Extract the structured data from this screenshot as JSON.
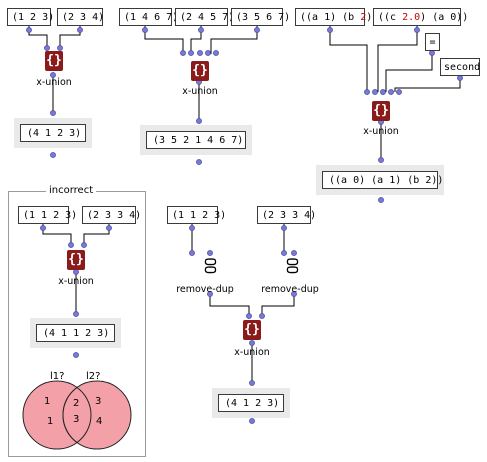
{
  "icons": {
    "brace": "{}",
    "dup_top": "ᑕᑐ",
    "dup_bottom": "ᑕᑐ",
    "outlet_color": "#7878d6",
    "brace_color": "#8b1a1a",
    "venn_fill": "#f4a0a8"
  },
  "s1": {
    "in1": "(1 2 3)",
    "in2": "(2 3 4)",
    "fn": "x-union",
    "out": "(4 1 2 3)"
  },
  "s2": {
    "in1": "(1 4 6 7)",
    "in2": "(2 4 5 7)",
    "in3": "(3 5 6 7)",
    "fn": "x-union",
    "out": "(3 5 2 1 4 6 7)"
  },
  "s3": {
    "in1": {
      "p1": "((a 1) (b ",
      "p2": "2",
      "p3": "))"
    },
    "in2": {
      "p1": "((c ",
      "p2": "2.0",
      "p3": ") (a 0))"
    },
    "test": "=",
    "key": "second",
    "fn": "x-union",
    "out": "((a 0) (a 1) (b 2))"
  },
  "s4": {
    "title": "incorrect",
    "in1": "(1 1 2 3)",
    "in2": "(2 3 3 4)",
    "fn": "x-union",
    "out": "(4 1 1 2 3)",
    "venn": {
      "l1": "l1?",
      "l2": "l2?",
      "l1_only": [
        "1",
        "1"
      ],
      "both": [
        "2",
        "3"
      ],
      "l2_only": [
        "3",
        "4"
      ]
    }
  },
  "s5": {
    "in1": "(1 1 2 3)",
    "in2": "(2 3 3 4)",
    "dupfn": "remove-dup",
    "fn": "x-union",
    "out": "(4 1 2 3)"
  }
}
